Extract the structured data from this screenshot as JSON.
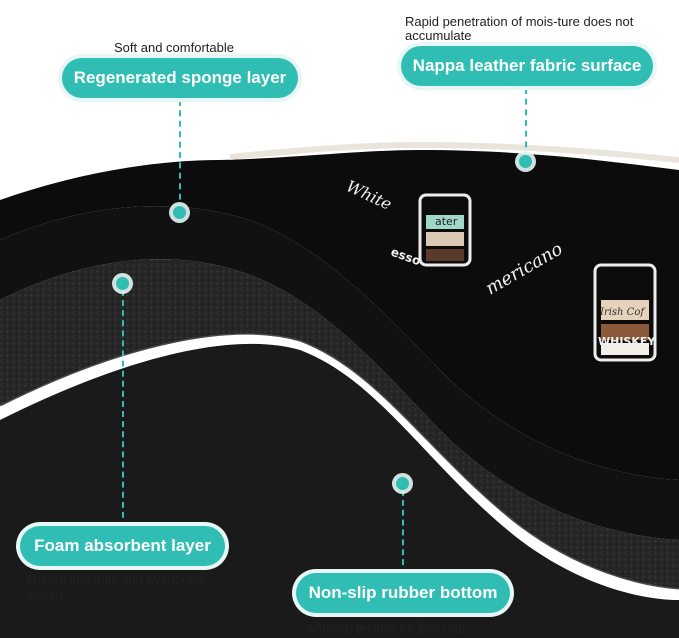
{
  "labels": {
    "sponge": {
      "title": "Regenerated sponge layer",
      "note": "Soft and comfortable"
    },
    "nappa": {
      "title": "Nappa leather fabric surface",
      "note": "Rapid penetration of mois-ture does not accumulate"
    },
    "foam": {
      "title": "Foam absorbent layer",
      "note": "Absorb instantly and evaporate quickly"
    },
    "rubber": {
      "title": "Non-slip rubber bottom",
      "note": "Anti-slip texture for firm grip"
    }
  },
  "print": {
    "words": [
      "White",
      "ater",
      "esso",
      "mericano",
      "WHISKEY",
      "Irish Cof"
    ]
  },
  "colors": {
    "accent": "#2fbdb4",
    "mat": "#111111",
    "foam": "#2a2a2a"
  }
}
